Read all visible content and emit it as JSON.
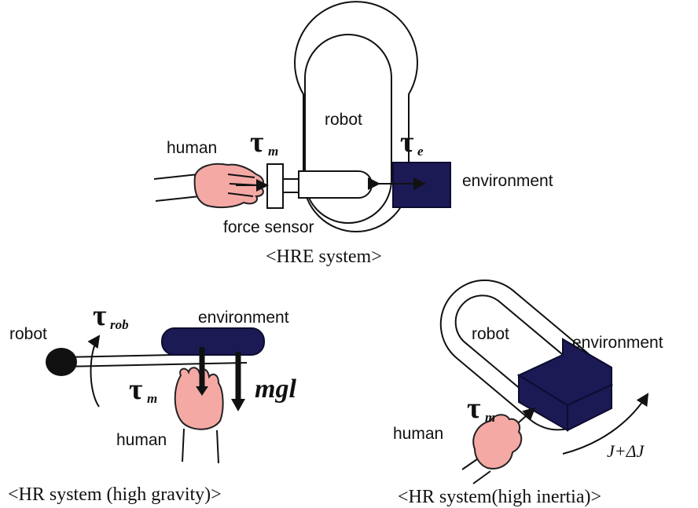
{
  "hre": {
    "robot": "robot",
    "human": "human",
    "environment": "environment",
    "force_sensor": "force sensor",
    "tau_m": "m",
    "tau_e": "e",
    "caption": "<HRE system>"
  },
  "gravity": {
    "robot": "robot",
    "environment": "environment",
    "human": "human",
    "tau_rob": "rob",
    "tau_m": "m",
    "mgl": "mgl",
    "caption": "<HR system (high gravity)>"
  },
  "inertia": {
    "robot": "robot",
    "environment": "environment",
    "human": "human",
    "tau_m": "m",
    "j_delta_j": "J+ΔJ",
    "caption": "<HR system(high inertia)>"
  },
  "tau_symbol": "τ"
}
